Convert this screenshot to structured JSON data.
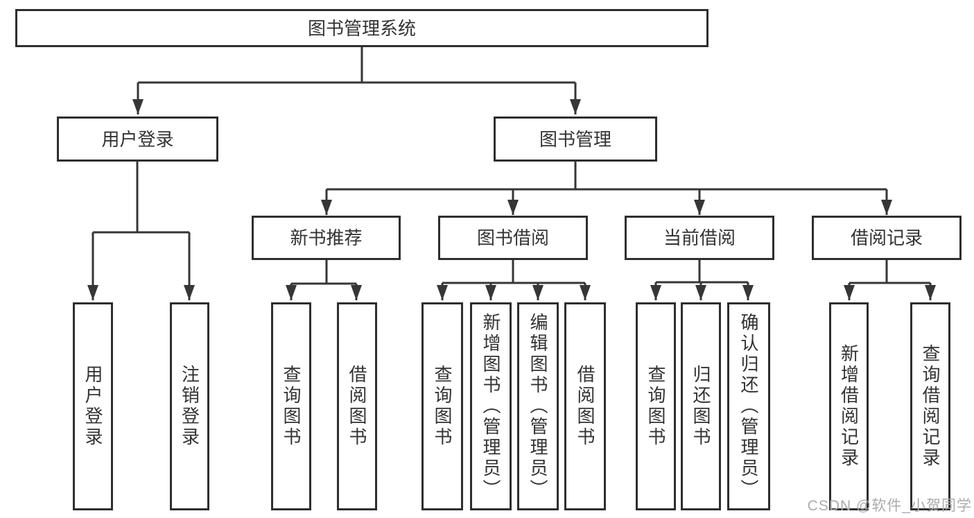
{
  "colors": {
    "line": "#363636",
    "border": "#2e2e2e",
    "text": "#333333",
    "watermark": "#ababab",
    "background": "#ffffff"
  },
  "watermark": {
    "text": "CSDN @软件_小贺同学"
  },
  "tree": {
    "root": {
      "label": "图书管理系统",
      "children": [
        {
          "label": "用户登录",
          "children": [
            {
              "label": "用户登录"
            },
            {
              "label": "注销登录"
            }
          ]
        },
        {
          "label": "图书管理",
          "children": [
            {
              "label": "新书推荐",
              "children": [
                {
                  "label": "查询图书"
                },
                {
                  "label": "借阅图书"
                }
              ]
            },
            {
              "label": "图书借阅",
              "children": [
                {
                  "label": "查询图书"
                },
                {
                  "label": "新增图书（管理员）"
                },
                {
                  "label": "编辑图书（管理员）"
                },
                {
                  "label": "借阅图书"
                }
              ]
            },
            {
              "label": "当前借阅",
              "children": [
                {
                  "label": "查询图书"
                },
                {
                  "label": "归还图书"
                },
                {
                  "label": "确认归还（管理员）"
                }
              ]
            },
            {
              "label": "借阅记录",
              "children": [
                {
                  "label": "新增借阅记录"
                },
                {
                  "label": "查询借阅记录"
                }
              ]
            }
          ]
        }
      ]
    }
  }
}
